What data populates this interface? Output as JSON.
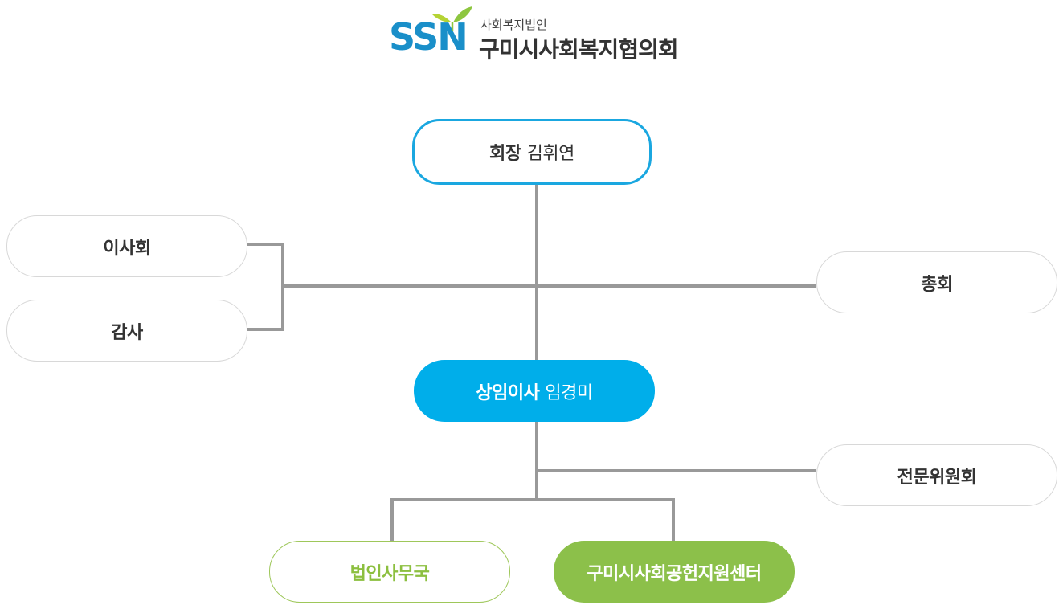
{
  "logo": {
    "mark": "SSN",
    "subtitle": "사회복지법인",
    "name": "구미시사회복지협의회"
  },
  "nodes": {
    "president": {
      "title": "회장",
      "person": "김휘연"
    },
    "board": {
      "label": "이사회"
    },
    "audit": {
      "label": "감사"
    },
    "general_assembly": {
      "label": "총회"
    },
    "standing_director": {
      "title": "상임이사",
      "person": "임경미"
    },
    "committee": {
      "label": "전문위원회"
    },
    "secretariat": {
      "label": "법인사무국"
    },
    "center": {
      "label": "구미시사회공헌지원센터"
    }
  },
  "colors": {
    "blue_accent": "#00aeea",
    "blue_border": "#1aa7e0",
    "green_accent": "#8cc04a",
    "green_text": "#8cbf3f",
    "line_grey": "#999999",
    "text_dark": "#333333"
  }
}
